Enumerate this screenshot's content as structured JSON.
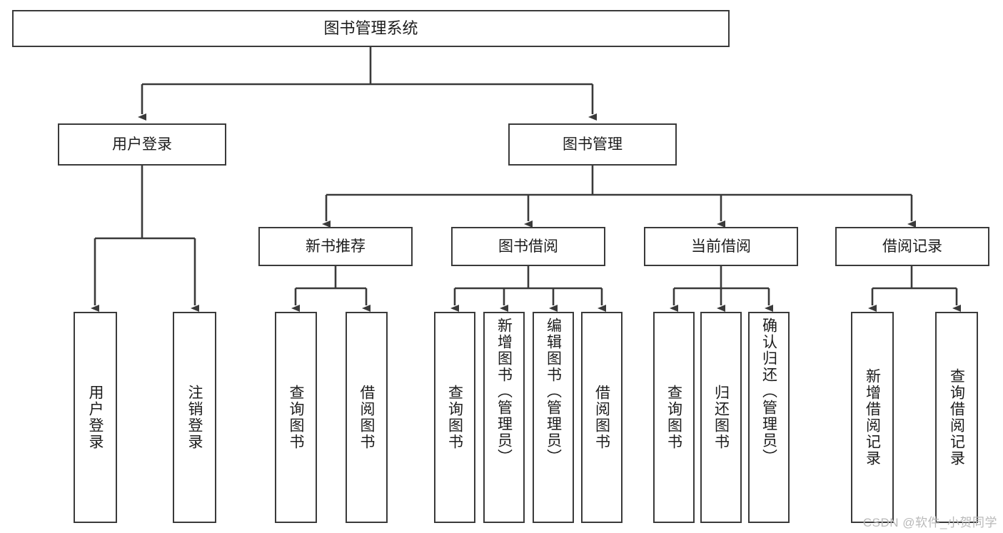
{
  "diagram": {
    "title": "图书管理系统",
    "type": "tree-hierarchy",
    "watermark": "CSDN @软件_小贺同学",
    "colors": {
      "stroke": "#3a3a3a",
      "fill": "#ffffff",
      "text": "#1c1c1c",
      "watermark": "#b9b9b9"
    },
    "levels": {
      "root": {
        "label": "图书管理系统"
      },
      "level2": [
        {
          "id": "user-login",
          "label": "用户登录"
        },
        {
          "id": "book-manage",
          "label": "图书管理"
        }
      ],
      "level3": [
        {
          "id": "new-book-recommend",
          "label": "新书推荐",
          "parent": "book-manage"
        },
        {
          "id": "book-borrow",
          "label": "图书借阅",
          "parent": "book-manage"
        },
        {
          "id": "current-borrow",
          "label": "当前借阅",
          "parent": "book-manage"
        },
        {
          "id": "borrow-record",
          "label": "借阅记录",
          "parent": "book-manage"
        }
      ],
      "leaves": [
        {
          "id": "leaf-user-login",
          "label": "用户登录",
          "parent": "user-login"
        },
        {
          "id": "leaf-logout-login",
          "label": "注销登录",
          "parent": "user-login"
        },
        {
          "id": "leaf-query-book-1",
          "label": "查询图书",
          "parent": "new-book-recommend"
        },
        {
          "id": "leaf-borrow-book-1",
          "label": "借阅图书",
          "parent": "new-book-recommend"
        },
        {
          "id": "leaf-query-book-2",
          "label": "查询图书",
          "parent": "book-borrow"
        },
        {
          "id": "leaf-add-book",
          "label": "新增图书（管理员）",
          "parent": "book-borrow"
        },
        {
          "id": "leaf-edit-book",
          "label": "编辑图书（管理员）",
          "parent": "book-borrow"
        },
        {
          "id": "leaf-borrow-book-2",
          "label": "借阅图书",
          "parent": "book-borrow"
        },
        {
          "id": "leaf-query-book-3",
          "label": "查询图书",
          "parent": "current-borrow"
        },
        {
          "id": "leaf-return-book",
          "label": "归还图书",
          "parent": "current-borrow"
        },
        {
          "id": "leaf-confirm-return",
          "label": "确认归还（管理员）",
          "parent": "current-borrow"
        },
        {
          "id": "leaf-add-record",
          "label": "新增借阅记录",
          "parent": "borrow-record"
        },
        {
          "id": "leaf-query-record",
          "label": "查询借阅记录",
          "parent": "borrow-record"
        }
      ]
    }
  }
}
